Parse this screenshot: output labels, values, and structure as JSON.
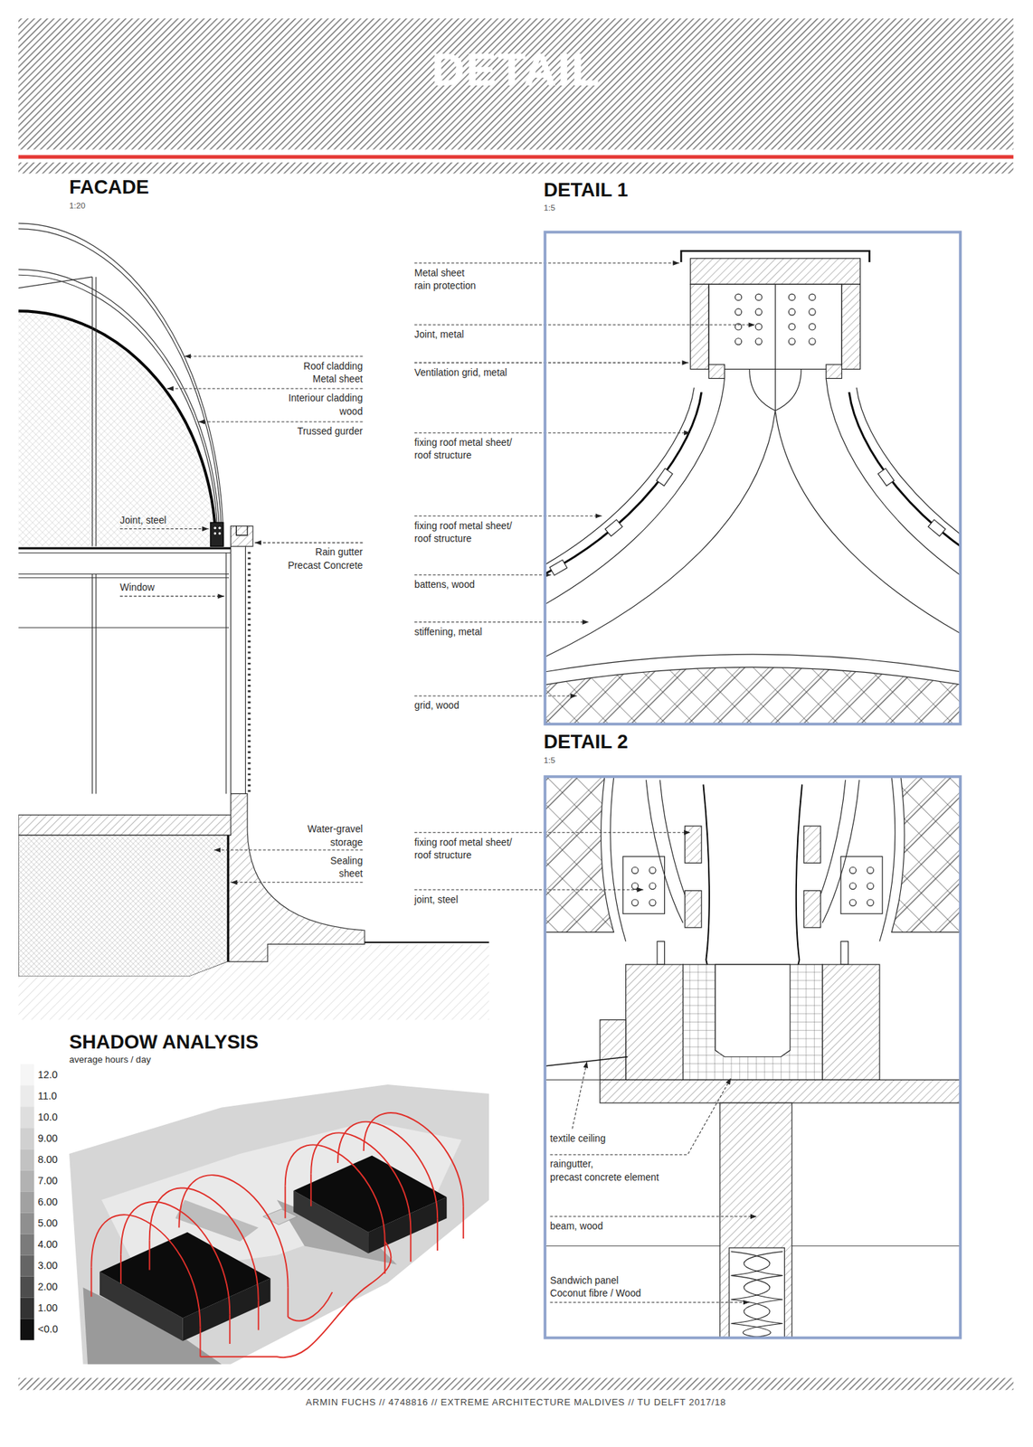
{
  "diagram": {
    "title": "DETAIL",
    "caption": "ARMIN FUCHS // 4748816 // EXTREME ARCHITECTURE MALDIVES // TU DELFT 2017/18",
    "nodes": [
      {
        "text": [
          "DETAIL 1",
          "1:5"
        ]
      },
      {
        "text": [
          "DETAIL 2",
          "1:5"
        ]
      }
    ],
    "labels": [
      "FACADE",
      "1:20",
      "Roof cladding Metal sheet",
      "Interiour cladding wood",
      "Trussed gurder",
      "Joint, steel",
      "Rain gutter Precast Concrete",
      "Window",
      "Water-gravel storage",
      "Sealing sheet",
      "SHADOW ANALYSIS",
      "average hours / day",
      "Metal sheet rain protection",
      "Joint, metal",
      "Ventilation grid, metal",
      "fixing roof metal sheet/ roof structure",
      "fixing roof metal sheet/ roof structure",
      "battens, wood",
      "stiffening, metal",
      "grid, wood",
      "fixing roof metal sheet/ roof structure",
      "joint, steel",
      "textile ceiling",
      "raingutter, precast concrete element",
      "beam, wood",
      "Sandwich panel Coconut fibre / Wood"
    ],
    "legend": [
      {
        "text": "12.0",
        "color": "#f6f6f6"
      },
      {
        "text": "11.0",
        "color": "#ebebeb"
      },
      {
        "text": "10.0",
        "color": "#dedede"
      },
      {
        "text": "9.00",
        "color": "#d0d0d0"
      },
      {
        "text": "8.00",
        "color": "#c2c2c2"
      },
      {
        "text": "7.00",
        "color": "#b2b2b2"
      },
      {
        "text": "6.00",
        "color": "#a1a1a1"
      },
      {
        "text": "5.00",
        "color": "#8f8f8f"
      },
      {
        "text": "4.00",
        "color": "#7b7b7b"
      },
      {
        "text": "3.00",
        "color": "#656565"
      },
      {
        "text": "2.00",
        "color": "#4d4d4d"
      },
      {
        "text": "1.00",
        "color": "#333333"
      },
      {
        "text": "<0.0",
        "color": "#111111"
      }
    ]
  }
}
